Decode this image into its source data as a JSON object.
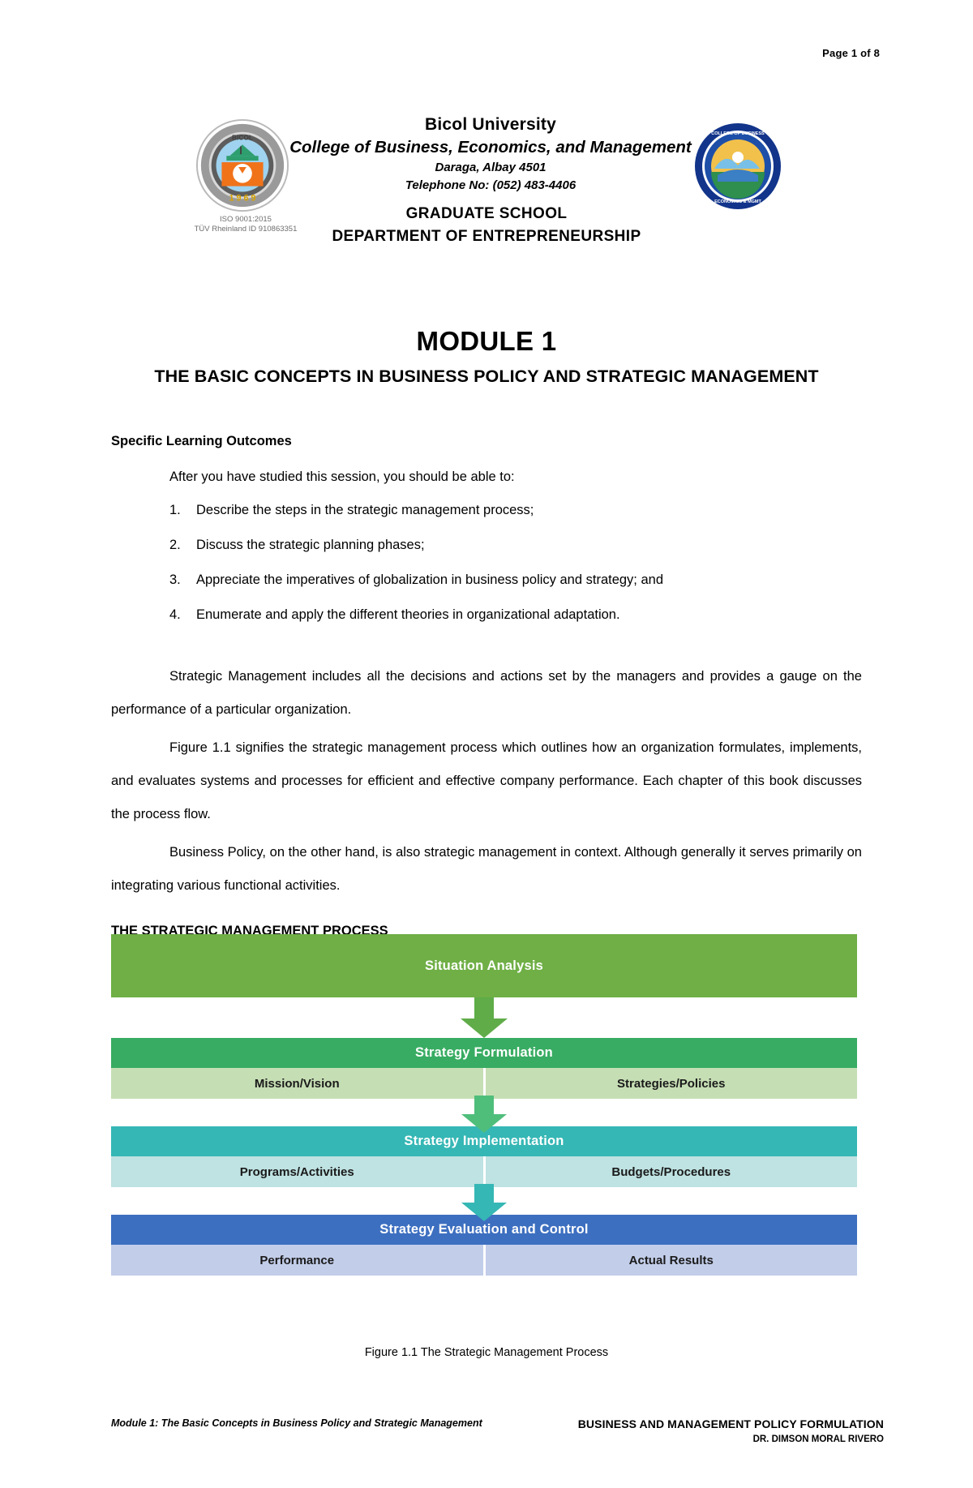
{
  "header": {
    "page_label": "Page 1 of 8"
  },
  "letterhead": {
    "university": "Bicol University",
    "college": "College of Business, Economics, and Management",
    "address": "Daraga, Albay 4501",
    "telephone": "Telephone No: (052) 483-4406",
    "iso_line1": "ISO 9001:2015",
    "iso_line2": "TÜV Rheinland ID 910863351",
    "left_seal_name": "bicol-university-seal",
    "right_seal_name": "cbem-seal",
    "seal_text_top": "BICOL UNIVERSITY",
    "seal_year": "1969"
  },
  "school": {
    "line1": "GRADUATE SCHOOL",
    "line2": "DEPARTMENT OF ENTREPRENEURSHIP"
  },
  "module": {
    "title": "MODULE 1",
    "subtitle": "THE BASIC CONCEPTS IN BUSINESS POLICY AND STRATEGIC MANAGEMENT"
  },
  "outcomes": {
    "heading": "Specific Learning Outcomes",
    "lead": "After you have studied this session, you should be able to:",
    "items": [
      {
        "num": "1.",
        "text": "Describe the steps in the strategic management process;"
      },
      {
        "num": "2.",
        "text": "Discuss the strategic planning phases;"
      },
      {
        "num": "3.",
        "text": "Appreciate the imperatives of globalization in business policy and strategy; and"
      },
      {
        "num": "4.",
        "text": "Enumerate and apply the different theories in organizational adaptation."
      }
    ]
  },
  "paragraphs": {
    "p1": "Strategic Management includes all the decisions and actions set by the managers and provides a gauge on the performance of a particular organization.",
    "p2": "Figure 1.1 signifies the strategic management process which outlines how an organization formulates, implements, and evaluates systems and processes for efficient and effective company performance. Each chapter of this book discusses the process flow.",
    "p3": "Business Policy, on the other hand, is also strategic management in context. Although generally it serves primarily on integrating various functional activities."
  },
  "process": {
    "heading": "THE STRATEGIC MANAGEMENT PROCESS",
    "caption": "Figure 1.1  The Strategic Management Process",
    "stages": [
      {
        "label": "Situation Analysis",
        "color": "#6FAF46",
        "sub": []
      },
      {
        "label": "Strategy Formulation",
        "color": "#38AC62",
        "sub": [
          "Mission/Vision",
          "Strategies/Policies"
        ],
        "sub_color": "#C6DEB4"
      },
      {
        "label": "Strategy Implementation",
        "color": "#35B7B5",
        "sub": [
          "Programs/Activities",
          "Budgets/Procedures"
        ],
        "sub_color": "#BFE2E2"
      },
      {
        "label": "Strategy Evaluation and Control",
        "color": "#3D6FC0",
        "sub": [
          "Performance",
          "Actual Results"
        ],
        "sub_color": "#C2CDE9"
      }
    ],
    "arrow_colors": [
      "#5FAC48",
      "#4FBE7B",
      "#35B7B5"
    ]
  },
  "footer": {
    "left": "Module 1: The Basic Concepts in Business Policy and Strategic Management",
    "course": "BUSINESS AND MANAGEMENT POLICY FORMULATION",
    "author": "DR. DIMSON MORAL RIVERO"
  }
}
